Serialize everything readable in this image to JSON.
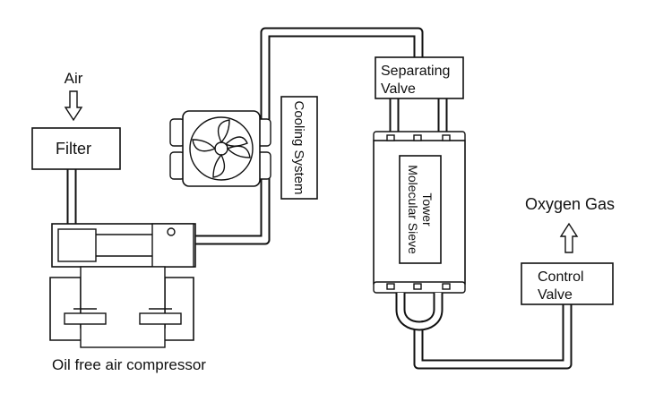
{
  "labels": {
    "air": "Air",
    "filter": "Filter",
    "compressor": "Oil free air compressor",
    "cooling_system": "Cooling System",
    "separating_valve_line1": "Separating",
    "separating_valve_line2": "Valve",
    "sieve_line1": "Molecular Sieve",
    "sieve_line2": "Tower",
    "oxygen_gas": "Oxygen Gas",
    "control_valve_line1": "Control",
    "control_valve_line2": "Valve"
  },
  "icons": {
    "flow_arrow": "hollow-arrow",
    "fan": "cooling-fan-icon"
  }
}
